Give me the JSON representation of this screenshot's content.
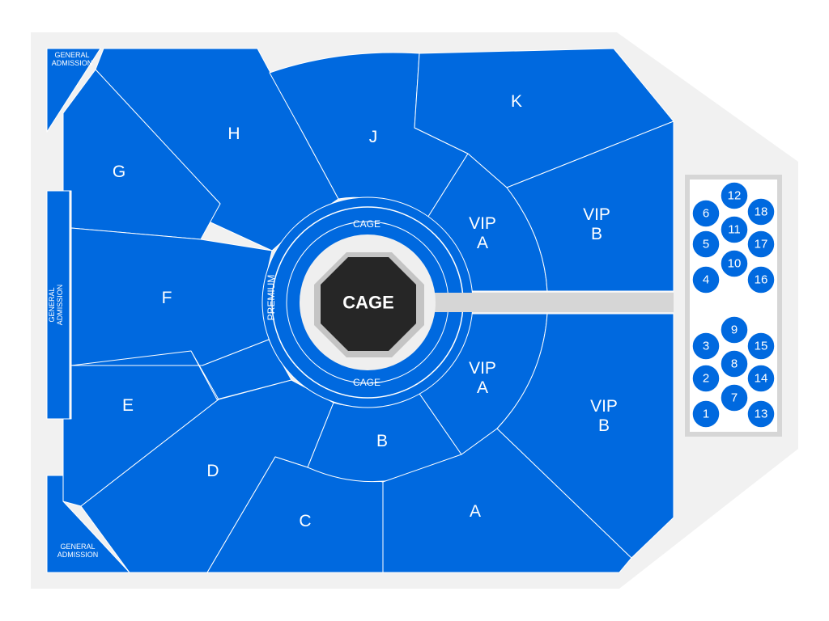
{
  "colors": {
    "background": "#ffffff",
    "venue_floor": "#f1f1f1",
    "section": "#0069df",
    "cage": "#262626",
    "walkway": "#d6d6d6"
  },
  "sections": {
    "general_admission_top": "GENERAL ADMISSION",
    "general_admission_left": "GENERAL ADMISSION",
    "general_admission_bottom": "GENERAL ADMISSION",
    "h": "H",
    "g": "G",
    "f": "F",
    "e": "E",
    "d": "D",
    "c": "C",
    "b": "B",
    "a": "A",
    "j": "J",
    "k": "K",
    "vip_a_top": "VIP A",
    "vip_a_bottom": "VIP A",
    "vip_b_top": "VIP B",
    "vip_b_bottom": "VIP B",
    "cage_top": "CAGE",
    "cage_bottom": "CAGE",
    "premium": "PREMIUM"
  },
  "cage": {
    "label": "CAGE"
  },
  "tables": {
    "upper": [
      "12",
      "6",
      "18",
      "11",
      "5",
      "17",
      "10",
      "4",
      "16"
    ],
    "lower": [
      "9",
      "3",
      "15",
      "8",
      "2",
      "14",
      "7",
      "1",
      "13"
    ]
  }
}
